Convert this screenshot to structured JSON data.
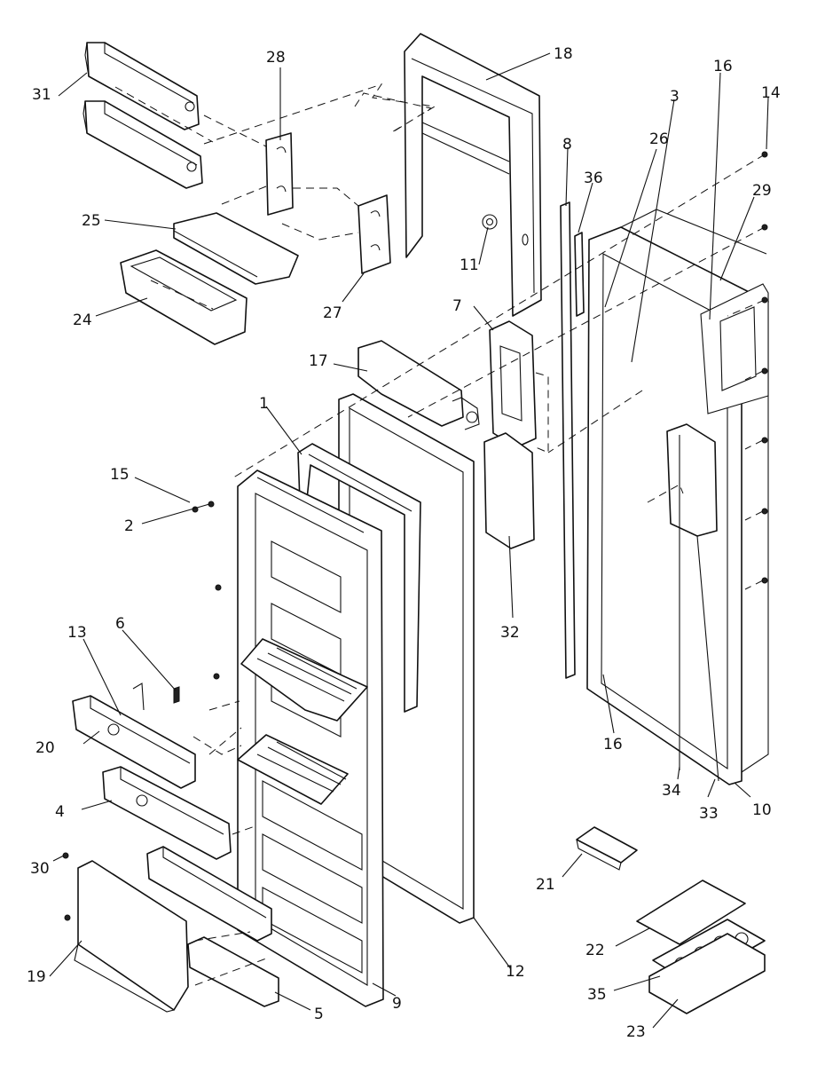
{
  "callouts": {
    "c1": "1",
    "c2": "2",
    "c3": "3",
    "c4": "4",
    "c5": "5",
    "c6": "6",
    "c7": "7",
    "c8": "8",
    "c9": "9",
    "c10": "10",
    "c11": "11",
    "c12": "12",
    "c13": "13",
    "c14": "14",
    "c15": "15",
    "c16a": "16",
    "c16b": "16",
    "c17": "17",
    "c18": "18",
    "c19": "19",
    "c20": "20",
    "c21": "21",
    "c22": "22",
    "c23": "23",
    "c24": "24",
    "c25": "25",
    "c26": "26",
    "c27": "27",
    "c28": "28",
    "c29": "29",
    "c30": "30",
    "c31": "31",
    "c32": "32",
    "c33": "33",
    "c34": "34",
    "c35": "35",
    "c36": "36"
  }
}
